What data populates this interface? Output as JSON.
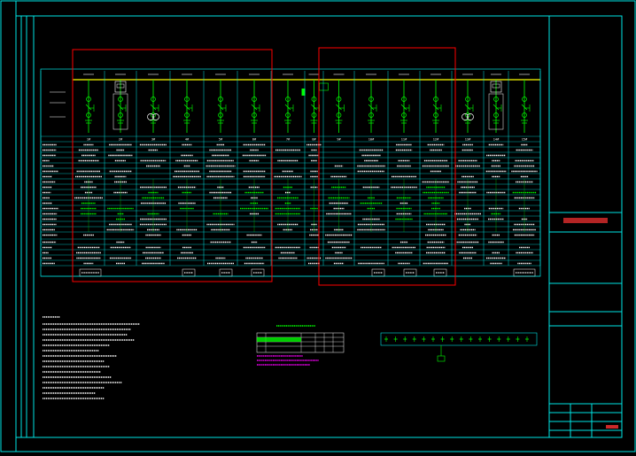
{
  "colors": {
    "background": "#000000",
    "frame": "#00e5e5",
    "table_grid": "#00e5e5",
    "busbar": "#ffff00",
    "device": "#00ff00",
    "device_alt": "#ffffff",
    "highlight_box": "#ff0000",
    "stamp_text": "#ff3333",
    "table_text": "#ffffff",
    "note_text": "#ffffff",
    "magenta_note": "#ff00ff"
  },
  "column_headers": [
    "1#",
    "2#",
    "3#",
    "4#",
    "5#",
    "6#",
    "7#",
    "8#",
    "9#",
    "10#",
    "11#",
    "12#",
    "13#",
    "14#",
    "15#"
  ],
  "icon_names": [
    "cabinet-outline-icon",
    "breaker-symbol-icon",
    "transformer-symbol-icon",
    "pt-cabinet-icon"
  ]
}
